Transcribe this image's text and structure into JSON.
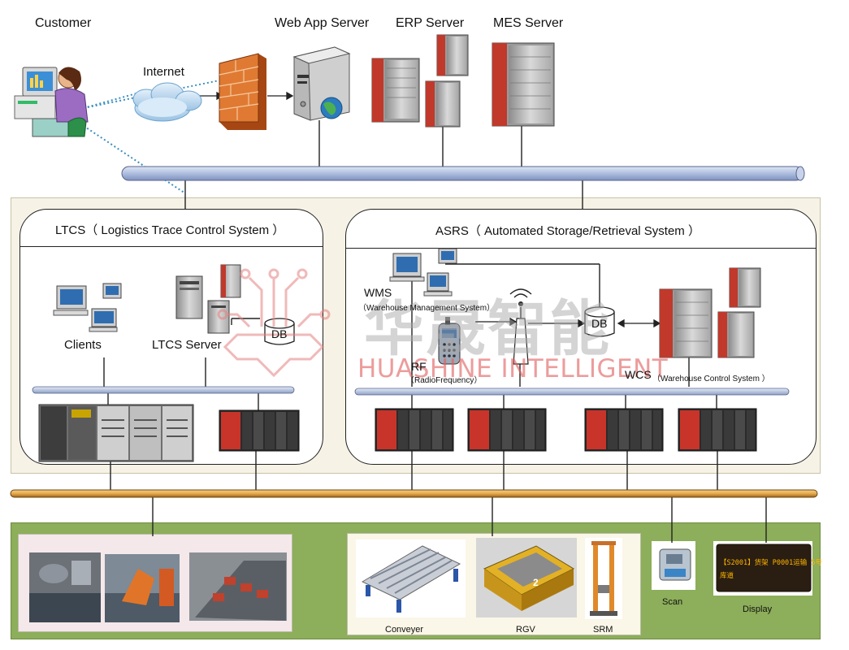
{
  "top": {
    "customer": "Customer",
    "internet": "Internet",
    "web_app_server": "Web App Server",
    "erp_server": "ERP Server",
    "mes_server": "MES Server"
  },
  "ltcs": {
    "title": "LTCS（ Logistics Trace Control System ）",
    "clients": "Clients",
    "server": "LTCS Server",
    "db": "DB"
  },
  "asrs": {
    "title": "ASRS（ Automated Storage/Retrieval System  ）",
    "wms": "WMS",
    "wms_full": "（Warehouse Management System）",
    "rf": "RF",
    "rf_full": "（RadioFrequency）",
    "db": "DB",
    "wcs": "WCS",
    "wcs_full": "（Warehouse Control System ）"
  },
  "equipment": {
    "conveyer": "Conveyer",
    "rgv": "RGV",
    "rgv_badge": "2",
    "srm": "SRM",
    "scan": "Scan",
    "display": "Display",
    "display_text_line1": "【S2001】货架 P0001运输 5号",
    "display_text_line2": "库道"
  },
  "watermark": {
    "cn": "华晟智能",
    "en": "HUASHINE INTELLIGENT"
  },
  "colors": {
    "bus_blue": "#b8c6e2",
    "bus_orange": "#e7a94a",
    "panel_bg": "#f6f2e6",
    "field_bg": "#8dae5a",
    "server_red": "#c0392b",
    "watermark_red": "#e06a6a"
  }
}
